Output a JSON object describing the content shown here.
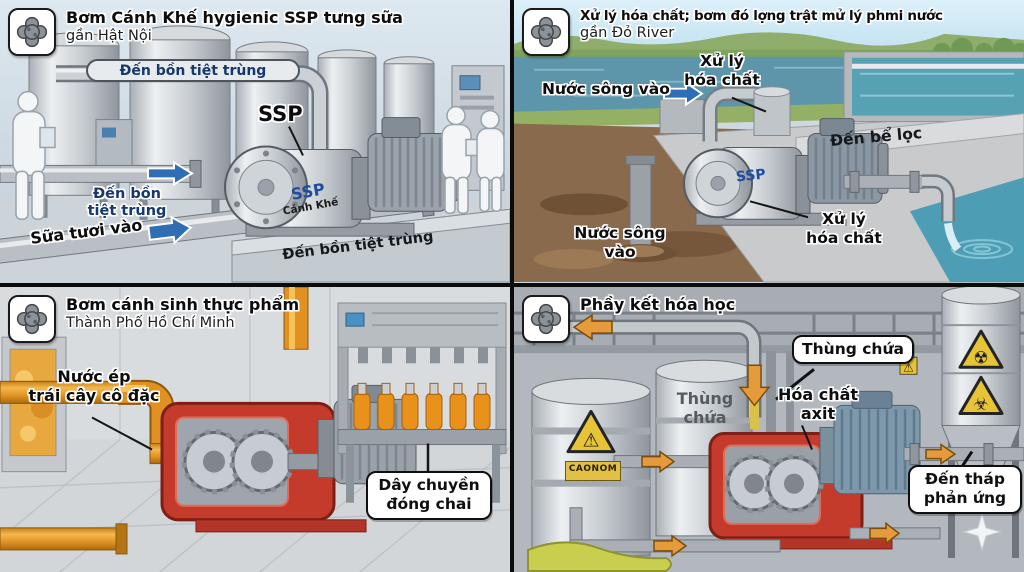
{
  "panels": {
    "dairy": {
      "title": "Bơm Cánh Khế hygienic SSP tưng sữa",
      "subtitle": "gần Hật Nội",
      "labels": {
        "pipe_top": "Đến bồn tiệt trùng",
        "pump_callout": "SSP",
        "pump_brand": "SSP",
        "pump_model": "Cánh Khế",
        "to_sterilizer": [
          "Đến bồn",
          "tiệt trùng"
        ],
        "milk_in": "Sữa tươi vào",
        "platform_edge": "Đến bồn tiệt trùng"
      }
    },
    "water_treatment": {
      "title": "Xử lý hóa chất; bơm đó lợng trật mử lý phmi nước",
      "subtitle": "gần Đỏ River",
      "labels": {
        "river_in_top": "Nước sông vào",
        "chem_dosing_top": [
          "Xử lý",
          "hóa chất"
        ],
        "to_filter": "Đến bể lọc",
        "pump_brand": "SSP",
        "chem_dosing_mid": [
          "Xử lý",
          "hóa chất"
        ],
        "river_in_bottom": [
          "Nước sông",
          "vào"
        ]
      }
    },
    "food": {
      "title": "Bơm cánh sinh thực phẩm",
      "subtitle": "Thành Phố Hồ Chí Minh",
      "labels": {
        "juice_in": [
          "Nước ép",
          "trái cây cô đặc"
        ],
        "bottling_line": [
          "Dây chuyền",
          "đóng chai"
        ]
      }
    },
    "chemical": {
      "title": "Phầy kết hóa học",
      "labels": {
        "container_callout": "Thùng chứa",
        "acid": [
          "Hóa chất",
          "axit"
        ],
        "tank_text": [
          "Thùng",
          "chứa"
        ],
        "to_reactor": [
          "Đến tháp",
          "phản ứng"
        ],
        "drum_sticker": "CAONOM"
      }
    }
  },
  "icons": {
    "corrosive_glyph": "⚠",
    "radiation_glyph": "☢",
    "biohazard_glyph": "☣"
  },
  "colors": {
    "accent_blue": "#1d4f9e",
    "label_blue": "#16386e",
    "arrow_blue": "#2f6db5",
    "arrow_orange": "#e59a3b",
    "pump_red": "#c43a2b",
    "hazard_yellow": "#e7c437",
    "juice_orange": "#e8921c"
  }
}
